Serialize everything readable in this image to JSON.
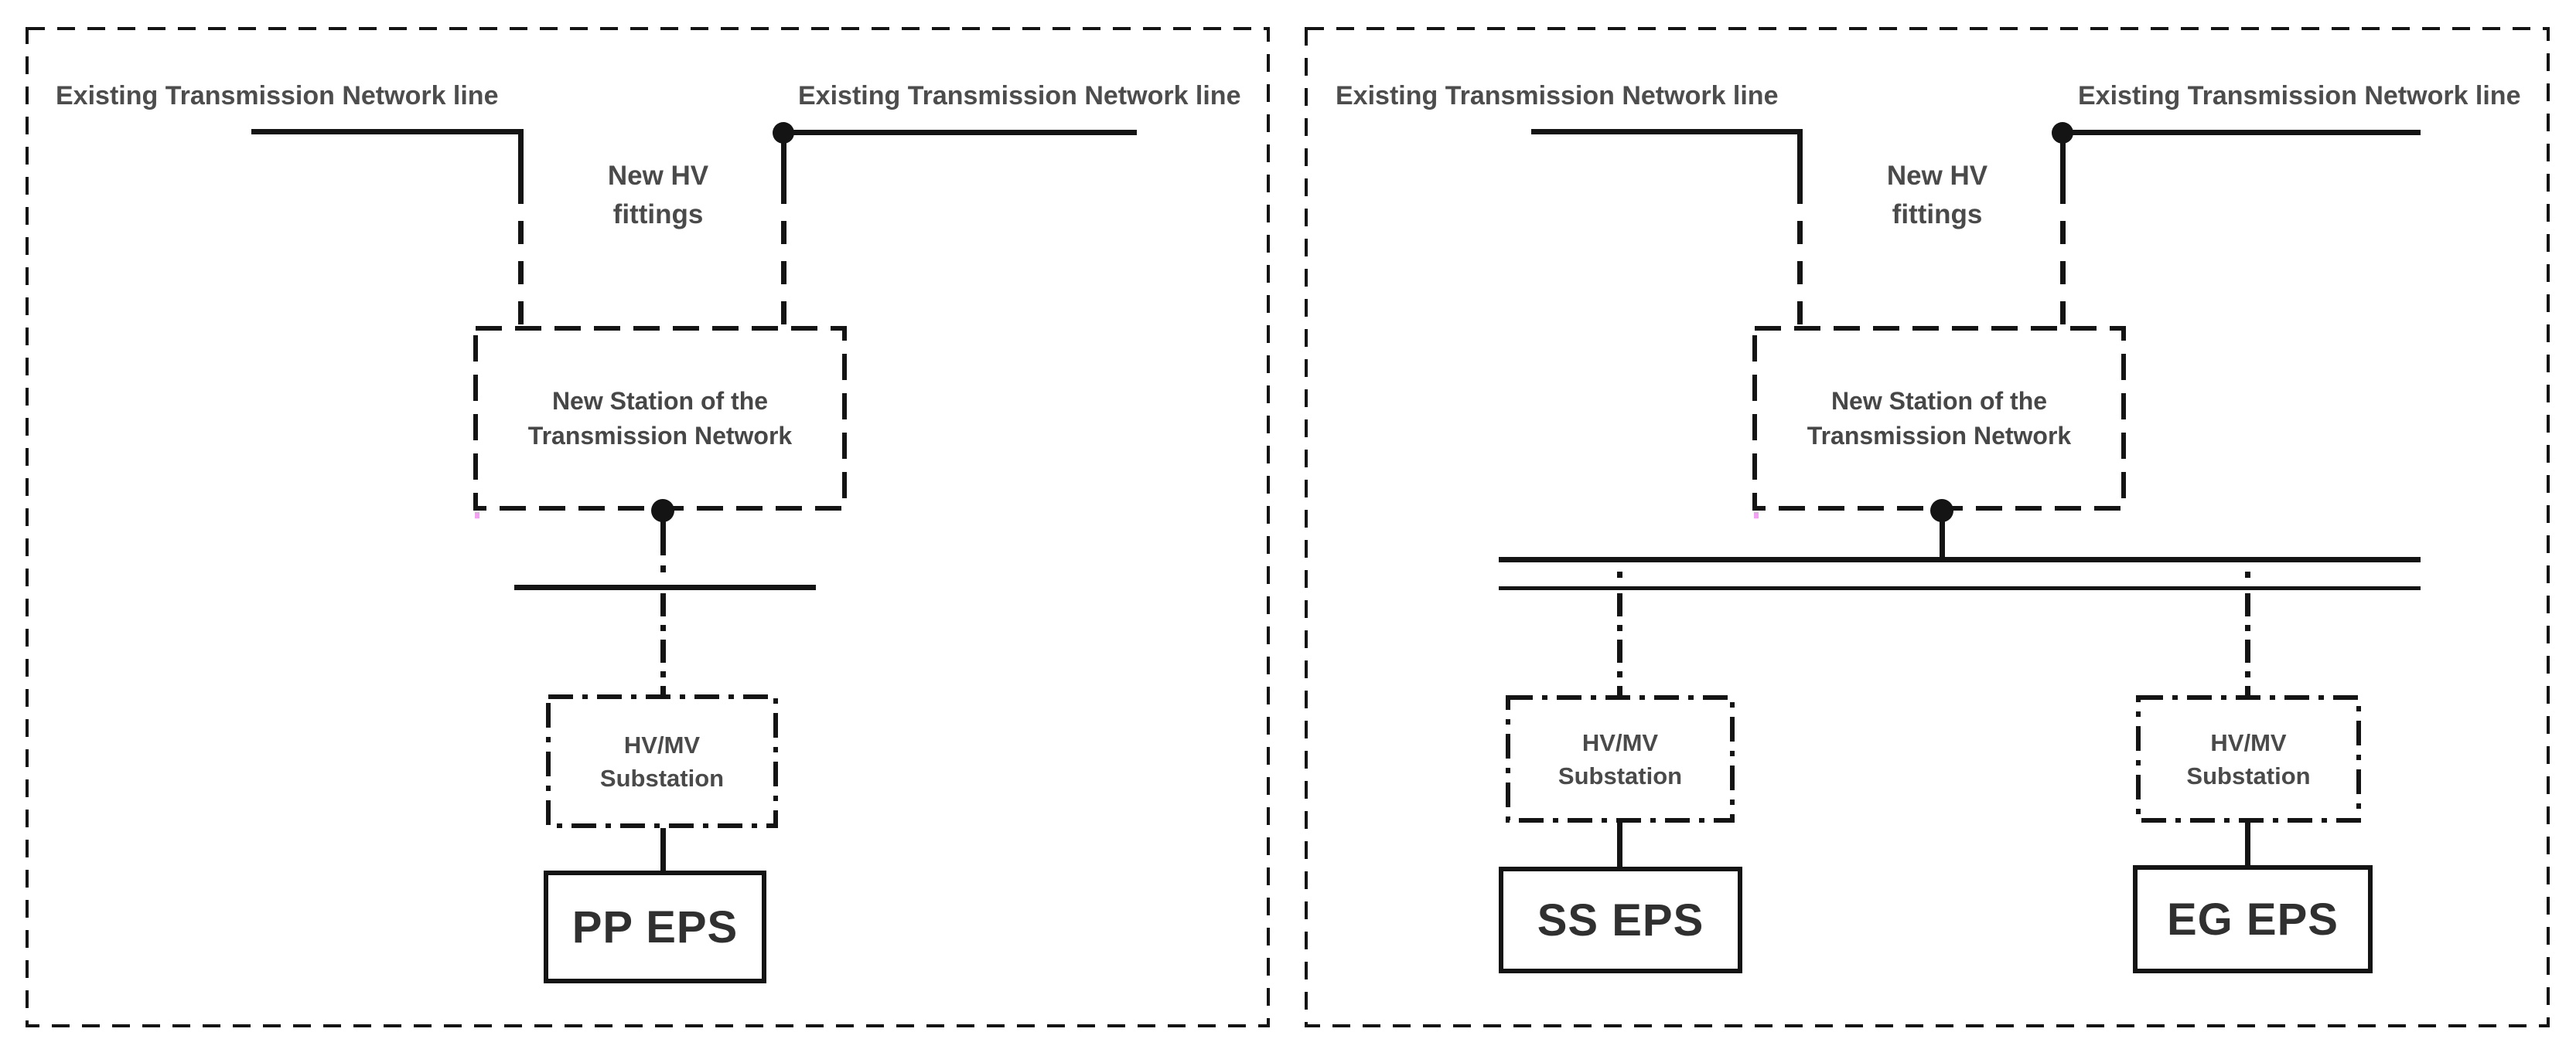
{
  "diagram": {
    "colors": {
      "line": "#141414",
      "label": "#4d4d4d",
      "eps_text": "#303030"
    },
    "panels": [
      {
        "left_line_label": "Existing Transmission Network line",
        "right_line_label": "Existing Transmission Network line",
        "fittings_label": {
          "line1": "New HV",
          "line2": "fittings"
        },
        "station_label": {
          "line1": "New Station of the",
          "line2": "Transmission Network"
        },
        "branches": [
          {
            "substation_label": {
              "line1": "HV/MV",
              "line2": "Substation"
            },
            "eps_label": "PP EPS"
          }
        ]
      },
      {
        "left_line_label": "Existing Transmission Network line",
        "right_line_label": "Existing Transmission Network line",
        "fittings_label": {
          "line1": "New HV",
          "line2": "fittings"
        },
        "station_label": {
          "line1": "New Station of the",
          "line2": "Transmission Network"
        },
        "branches": [
          {
            "substation_label": {
              "line1": "HV/MV",
              "line2": "Substation"
            },
            "eps_label": "SS EPS"
          },
          {
            "substation_label": {
              "line1": "HV/MV",
              "line2": "Substation"
            },
            "eps_label": "EG EPS"
          }
        ]
      }
    ]
  }
}
